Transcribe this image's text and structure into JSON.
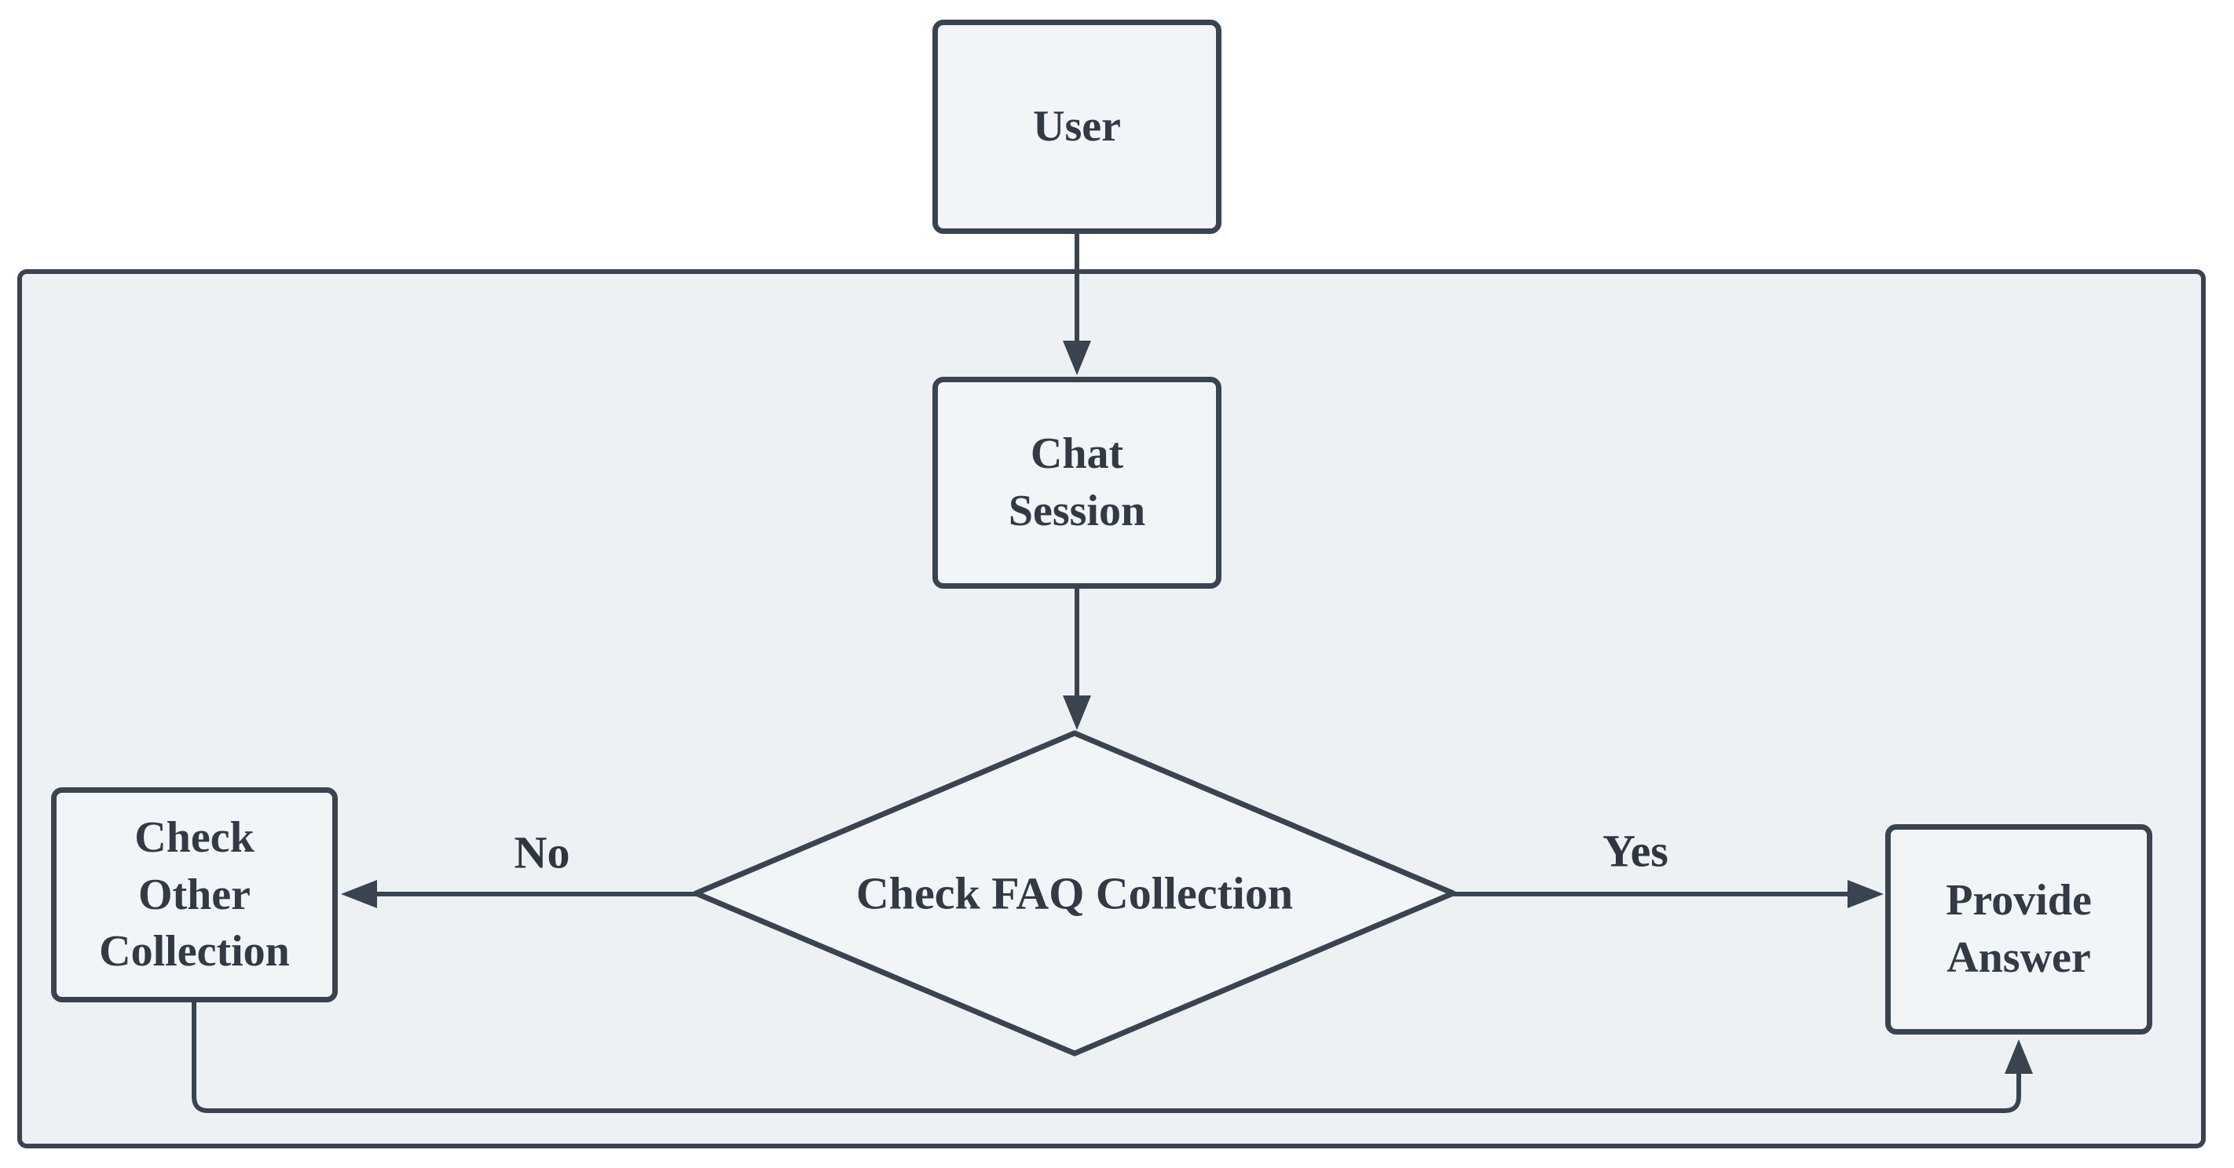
{
  "diagram": {
    "type": "flowchart",
    "orientation": "top-down",
    "nodes": [
      {
        "id": "user",
        "label": "User",
        "shape": "rect",
        "inside_container": false
      },
      {
        "id": "chat_session",
        "label": "Chat Session",
        "shape": "rect",
        "inside_container": true
      },
      {
        "id": "check_faq",
        "label": "Check FAQ Collection",
        "shape": "diamond",
        "inside_container": true
      },
      {
        "id": "check_other",
        "label": "Check Other Collection",
        "shape": "rect",
        "inside_container": true
      },
      {
        "id": "provide_answer",
        "label": "Provide Answer",
        "shape": "rect",
        "inside_container": true
      }
    ],
    "edges": [
      {
        "from": "user",
        "to": "chat_session",
        "label": ""
      },
      {
        "from": "chat_session",
        "to": "check_faq",
        "label": ""
      },
      {
        "from": "check_faq",
        "to": "check_other",
        "label": "No"
      },
      {
        "from": "check_faq",
        "to": "provide_answer",
        "label": "Yes"
      },
      {
        "from": "check_other",
        "to": "provide_answer",
        "label": ""
      }
    ],
    "colors": {
      "canvas_background": "#ffffff",
      "container_fill": "#edf1f4",
      "node_fill": "#f2f5f7",
      "stroke": "#3a4350",
      "text": "#323a46"
    }
  }
}
